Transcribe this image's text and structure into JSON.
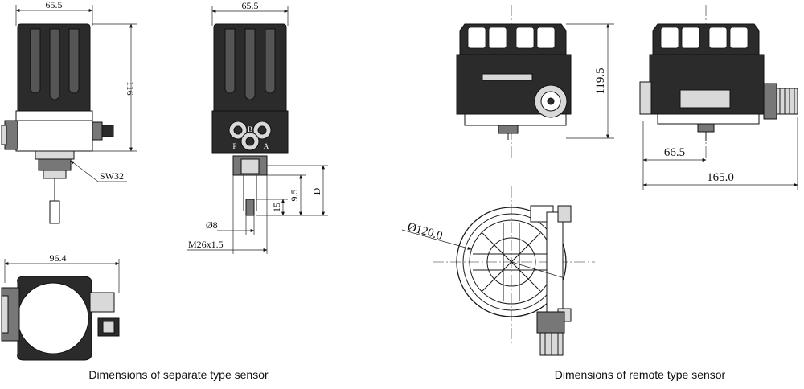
{
  "captions": {
    "separate": "Dimensions of separate type sensor",
    "remote": "Dimensions of remote type sensor"
  },
  "separate_side": {
    "width": "65.5",
    "height": "116",
    "wrench": "SW32"
  },
  "separate_rear": {
    "width": "65.5",
    "port_labels": [
      "B",
      "P",
      "A"
    ],
    "probe": "Ø8",
    "thread": "M26x1.5",
    "d15": "15",
    "d95": "9.5",
    "dD": "D"
  },
  "separate_top": {
    "width": "96.4"
  },
  "remote_front": {
    "height": "119.5"
  },
  "remote_side": {
    "offset": "66.5",
    "width": "165.0"
  },
  "remote_top": {
    "diameter": "Ø120.0"
  }
}
